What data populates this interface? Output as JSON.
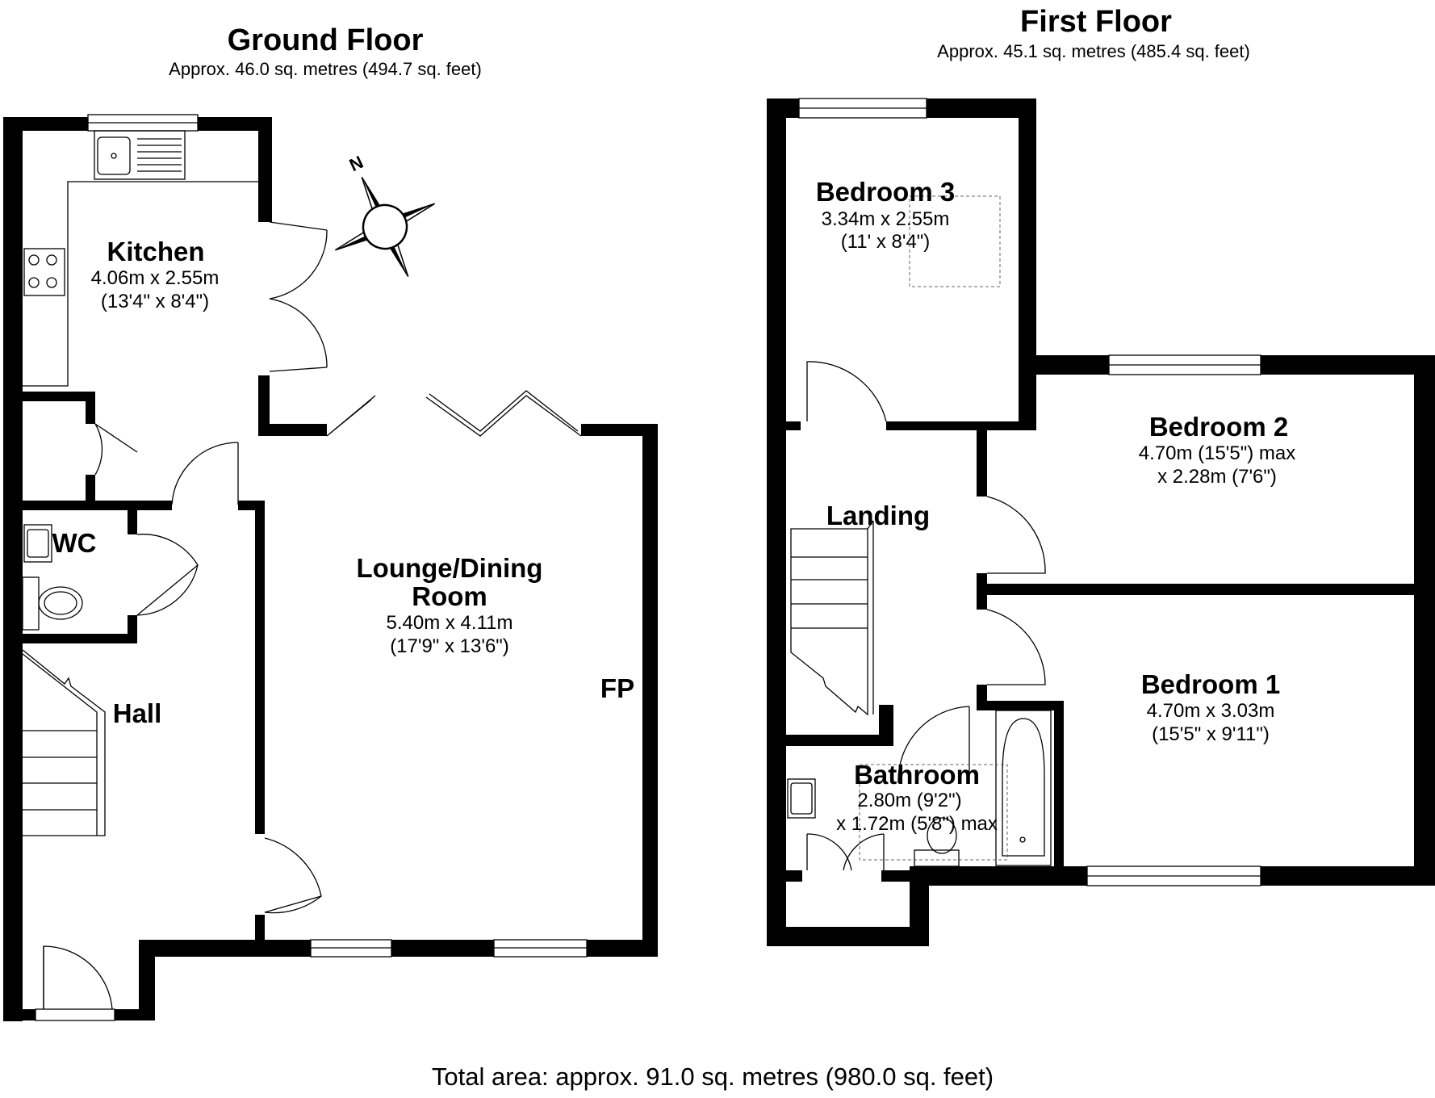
{
  "ground_floor": {
    "title": "Ground Floor",
    "area": "Approx. 46.0 sq. metres (494.7 sq. feet)",
    "rooms": {
      "kitchen": {
        "name": "Kitchen",
        "dim1": "4.06m x 2.55m",
        "dim2": "(13'4\" x 8'4\")"
      },
      "lounge": {
        "name1": "Lounge/Dining",
        "name2": "Room",
        "dim1": "5.40m x 4.11m",
        "dim2": "(17'9\" x 13'6\")"
      },
      "wc": {
        "name": "WC"
      },
      "hall": {
        "name": "Hall"
      },
      "fireplace": {
        "label": "FP"
      }
    },
    "compass_label": "N"
  },
  "first_floor": {
    "title": "First Floor",
    "area": "Approx. 45.1 sq. metres (485.4 sq. feet)",
    "rooms": {
      "bedroom3": {
        "name": "Bedroom 3",
        "dim1": "3.34m x 2.55m",
        "dim2": "(11' x 8'4\")"
      },
      "bedroom2": {
        "name": "Bedroom 2",
        "dim1": "4.70m (15'5\") max",
        "dim2": "x 2.28m (7'6\")"
      },
      "landing": {
        "name": "Landing"
      },
      "bedroom1": {
        "name": "Bedroom 1",
        "dim1": "4.70m x 3.03m",
        "dim2": "(15'5\" x 9'11\")"
      },
      "bathroom": {
        "name": "Bathroom",
        "dim1": "2.80m (9'2\")",
        "dim2": "x 1.72m (5'8\") max"
      }
    }
  },
  "total_area": "Total area: approx. 91.0 sq. metres (980.0 sq. feet)"
}
